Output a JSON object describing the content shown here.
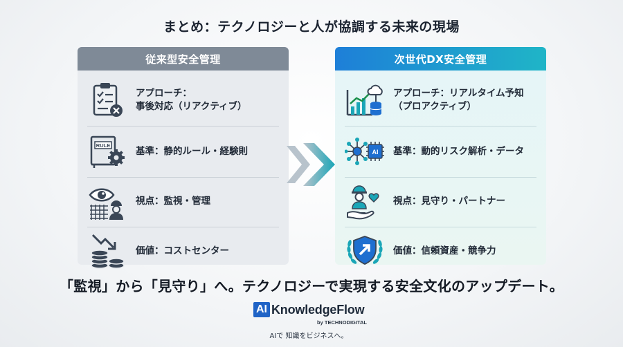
{
  "title": "まとめ：テクノロジーと人が協調する未来の現場",
  "left_panel": {
    "header": "従来型安全管理",
    "rows": [
      {
        "line1": "アプローチ：",
        "line2": "事後対応（リアクティブ）",
        "icon": "clipboard-x-icon"
      },
      {
        "line1": "基準：静的ルール・経験則",
        "line2": "",
        "icon": "rule-book-gear-icon",
        "icon_text": "RULE"
      },
      {
        "line1": "視点：監視・管理",
        "line2": "",
        "icon": "eye-worker-icon"
      },
      {
        "line1": "価値：コストセンター",
        "line2": "",
        "icon": "coins-down-arrow-icon"
      }
    ]
  },
  "right_panel": {
    "header": "次世代DX安全管理",
    "rows": [
      {
        "line1": "アプローチ：リアルタイム予知",
        "line2": "（プロアクティブ）",
        "icon": "chart-cloud-database-icon"
      },
      {
        "line1": "基準：動的リスク解析・データ",
        "line2": "",
        "icon": "ai-network-icon",
        "icon_text": "AI"
      },
      {
        "line1": "視点：見守り・パートナー",
        "line2": "",
        "icon": "worker-heart-hand-icon"
      },
      {
        "line1": "価値：信頼資産・競争力",
        "line2": "",
        "icon": "shield-laurel-icon"
      }
    ]
  },
  "slogan": "「監視」から「見守り」へ。テクノロジーで実現する安全文化のアップデート。",
  "logo": {
    "ai": "AI",
    "brand": "KnowledgeFlow",
    "byline": "by TECHNODIGITAL",
    "tagline": "AIで 知識をビジネスへ。"
  },
  "colors": {
    "left_header": "#7f8a97",
    "right_header_start": "#1e7fd8",
    "right_header_end": "#1fb5c7",
    "icon_dark": "#3a4656",
    "icon_teal": "#1aa6b7",
    "icon_blue": "#1e6fd0",
    "logo_blue": "#1f63c6"
  }
}
